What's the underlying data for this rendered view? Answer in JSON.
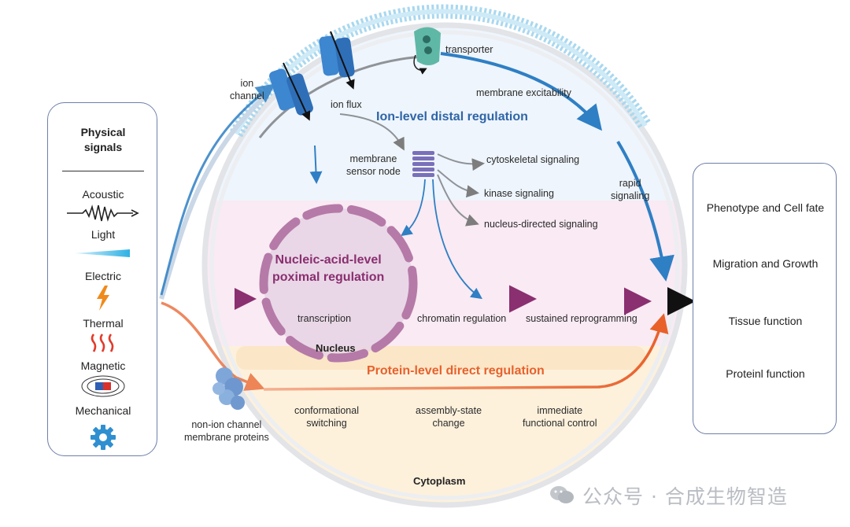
{
  "signals": {
    "title": "Physical\nsignals",
    "items": [
      {
        "label": "Acoustic",
        "icon": "sound-wave-icon"
      },
      {
        "label": "Light",
        "icon": "light-beam-icon"
      },
      {
        "label": "Electric",
        "icon": "lightning-bolt-icon"
      },
      {
        "label": "Thermal",
        "icon": "heat-waves-icon"
      },
      {
        "label": "Magnetic",
        "icon": "magnet-field-icon"
      },
      {
        "label": "Mechanical",
        "icon": "gear-icon"
      }
    ]
  },
  "cell": {
    "ion_channel": "ion\nchannel",
    "ion_flux": "ion flux",
    "transporter": "transporter",
    "membrane_excitability": "membrane excitability",
    "ion_region": "Ion-level distal regulation",
    "sensor_node": "membrane\nsensor node",
    "cytoskeletal": "cytoskeletal signaling",
    "kinase": "kinase signaling",
    "nucleus_directed": "nucleus-directed signaling",
    "rapid_signaling": "rapid\nsignaling",
    "nucleic_region": "Nucleic-acid-level\npoximal regulation",
    "transcription": "transcription",
    "nucleus": "Nucleus",
    "chromatin": "chromatin regulation",
    "sustained": "sustained reprogramming",
    "protein_region": "Protein-level direct regulation",
    "non_ion": "non-ion channel\nmembrane proteins",
    "conformational": "conformational\nswitching",
    "assembly": "assembly-state\nchange",
    "immediate": "immediate\nfunctional control",
    "cytoplasm": "Cytoplasm"
  },
  "outcomes": [
    "Phenotype and Cell fate",
    "Migration and Growth",
    "Tissue function",
    "Proteinl function"
  ],
  "watermark": "公众号 · 合成生物智造",
  "colors": {
    "ion": "#2f7fc4",
    "nucleic": "#8a2f70",
    "protein": "#e8612b",
    "membrane": "#a9d8ef",
    "panel_border": "#6f7fa8"
  }
}
